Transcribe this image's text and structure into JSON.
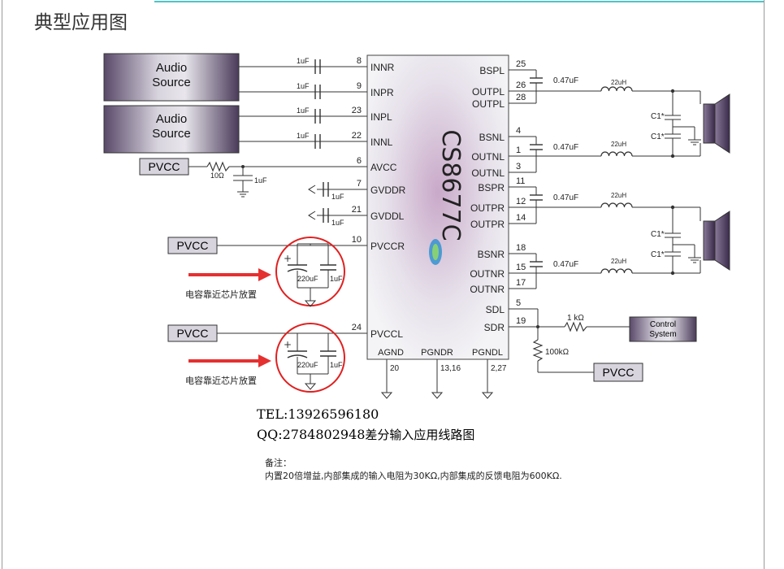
{
  "heading": "典型应用图",
  "chip": {
    "name": "CS8677C"
  },
  "audio_sources": [
    "Audio\nSource",
    "Audio\nSource"
  ],
  "pvcc_label": "PVCC",
  "control_system": "Control\nSystem",
  "left_pins": [
    {
      "num": "8",
      "name": "INNR",
      "cap": "1uF"
    },
    {
      "num": "9",
      "name": "INPR",
      "cap": "1uF"
    },
    {
      "num": "23",
      "name": "INPL",
      "cap": "1uF"
    },
    {
      "num": "22",
      "name": "INNL",
      "cap": "1uF"
    },
    {
      "num": "6",
      "name": "AVCC"
    },
    {
      "num": "7",
      "name": "GVDDR",
      "cap": "1uF"
    },
    {
      "num": "21",
      "name": "GVDDL",
      "cap": "1uF"
    },
    {
      "num": "10",
      "name": "PVCCR"
    },
    {
      "num": "24",
      "name": "PVCCL"
    }
  ],
  "right_pins": [
    {
      "num": "25",
      "name": "BSPL"
    },
    {
      "num": "26",
      "name": "OUTPL"
    },
    {
      "num": "28",
      "name": "OUTPL"
    },
    {
      "num": "4",
      "name": "BSNL"
    },
    {
      "num": "1",
      "name": "OUTNL"
    },
    {
      "num": "3",
      "name": "OUTNL"
    },
    {
      "num": "11",
      "name": "BSPR"
    },
    {
      "num": "12",
      "name": "OUTPR"
    },
    {
      "num": "14",
      "name": "OUTPR"
    },
    {
      "num": "18",
      "name": "BSNR"
    },
    {
      "num": "15",
      "name": "OUTNR"
    },
    {
      "num": "17",
      "name": "OUTNR"
    },
    {
      "num": "5",
      "name": "SDL"
    },
    {
      "num": "19",
      "name": "SDR"
    }
  ],
  "bottom_pins": [
    {
      "name": "AGND",
      "num": "20"
    },
    {
      "name": "PGNDR",
      "num": "13,16"
    },
    {
      "name": "PGNDL",
      "num": "2,27"
    }
  ],
  "components": {
    "bs_cap": "0.47uF",
    "inductor": "22uH",
    "c1": "C1*",
    "avcc_res": "10Ω",
    "avcc_cap": "1uF",
    "elec_cap": "220uF",
    "small_cap": "1uF",
    "sdl_res": "1 kΩ",
    "sdr_res": "100kΩ"
  },
  "cap_note": "电容靠近芯片放置",
  "tel": "TEL:13926596180",
  "qq": "QQ:2784802948",
  "caption": "差分输入应用线路图",
  "notes_title": "备注：",
  "notes_text": "内置20倍增益,内部集成的输入电阻为30KΩ,内部集成的反馈电阻为600KΩ."
}
